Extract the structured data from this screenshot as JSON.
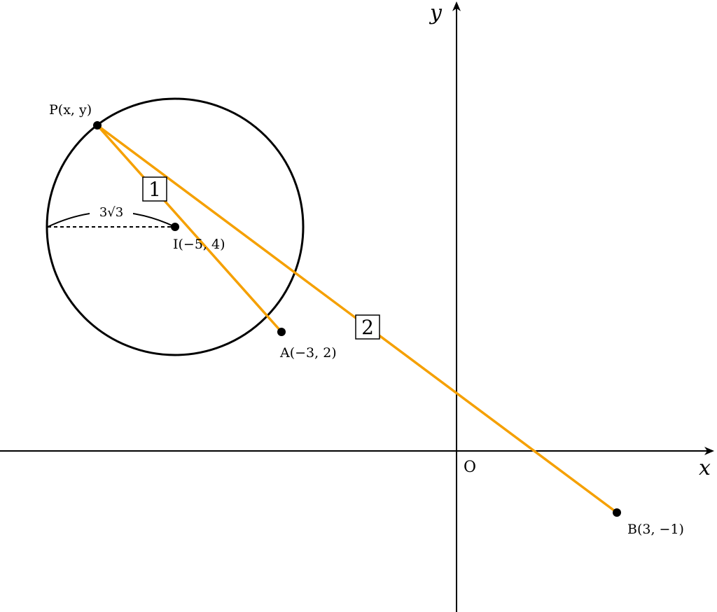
{
  "colors": {
    "background": "#ffffff",
    "ink": "#000000",
    "segment": "#f5a000"
  },
  "axes": {
    "x_label": "x",
    "y_label": "y",
    "origin_label": "O"
  },
  "points": {
    "P": {
      "label": "P(x, y)"
    },
    "I": {
      "label": "I(−5, 4)"
    },
    "A": {
      "label": "A(−3, 2)"
    },
    "B": {
      "label": "B(3, −1)"
    }
  },
  "circle": {
    "center": "I",
    "radius_label": "3√3"
  },
  "segments": [
    {
      "from": "P",
      "to": "A",
      "tag": "1"
    },
    {
      "from": "P",
      "to": "B",
      "tag": "2"
    }
  ]
}
